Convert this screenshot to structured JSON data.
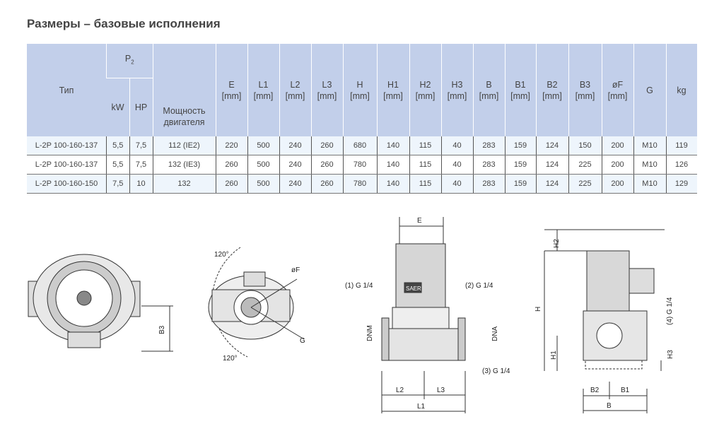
{
  "title": "Размеры – базовые исполнения",
  "table": {
    "h_type": "Тип",
    "h_p": "P",
    "h_p_sub": "2",
    "h_kw": "kW",
    "h_hp": "HP",
    "h_motor": "Мощность двигателя",
    "dims": [
      {
        "n": "E",
        "u": "[mm]"
      },
      {
        "n": "L1",
        "u": "[mm]"
      },
      {
        "n": "L2",
        "u": "[mm]"
      },
      {
        "n": "L3",
        "u": "[mm]"
      },
      {
        "n": "H",
        "u": "[mm]"
      },
      {
        "n": "H1",
        "u": "[mm]"
      },
      {
        "n": "H2",
        "u": "[mm]"
      },
      {
        "n": "H3",
        "u": "[mm]"
      },
      {
        "n": "B",
        "u": "[mm]"
      },
      {
        "n": "B1",
        "u": "[mm]"
      },
      {
        "n": "B2",
        "u": "[mm]"
      },
      {
        "n": "B3",
        "u": "[mm]"
      },
      {
        "n": "øF",
        "u": "[mm]"
      }
    ],
    "h_g": "G",
    "h_kg": "kg",
    "rows": [
      [
        "L-2P 100-160-137",
        "5,5",
        "7,5",
        "112 (IE2)",
        "220",
        "500",
        "240",
        "260",
        "680",
        "140",
        "115",
        "40",
        "283",
        "159",
        "124",
        "150",
        "200",
        "M10",
        "119"
      ],
      [
        "L-2P 100-160-137",
        "5,5",
        "7,5",
        "132 (IE3)",
        "260",
        "500",
        "240",
        "260",
        "780",
        "140",
        "115",
        "40",
        "283",
        "159",
        "124",
        "225",
        "200",
        "M10",
        "126"
      ],
      [
        "L-2P 100-160-150",
        "7,5",
        "10",
        "132",
        "260",
        "500",
        "240",
        "260",
        "780",
        "140",
        "115",
        "40",
        "283",
        "159",
        "124",
        "225",
        "200",
        "M10",
        "129"
      ]
    ]
  },
  "drawings": {
    "d1": {
      "b3": "B3"
    },
    "d2": {
      "a1": "120°",
      "a2": "120°",
      "f": "øF",
      "g": "G"
    },
    "d3": {
      "e": "E",
      "g1": "(1) G 1/4",
      "g2": "(2) G 1/4",
      "dnm": "DNM",
      "dna": "DNA",
      "l2": "L2",
      "l3": "L3",
      "l1": "L1",
      "g3": "(3) G 1/4",
      "brand": "SAER"
    },
    "d4": {
      "h2": "H2",
      "h": "H",
      "h1": "H1",
      "h3": "H3",
      "g4": "(4) G 1/4",
      "b2": "B2",
      "b1": "B1",
      "b": "B"
    }
  }
}
